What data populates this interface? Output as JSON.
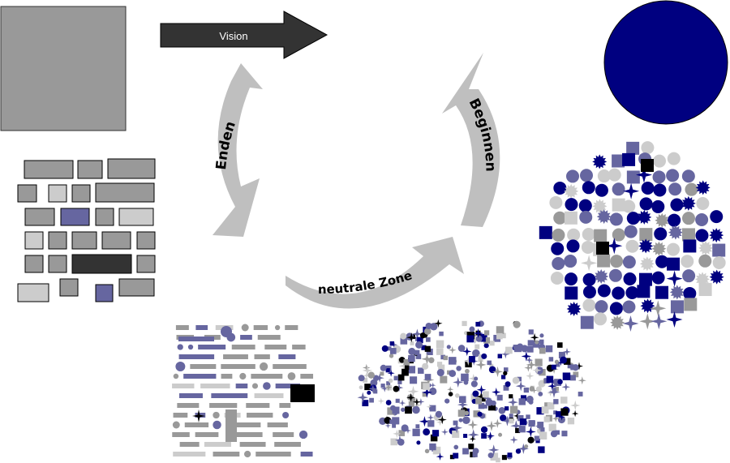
{
  "labels": {
    "vision": "Vision",
    "enden": "Enden",
    "beginnen": "Beginnen",
    "neutrale_zone": "neutrale Zone"
  },
  "colors": {
    "gray": "#999999",
    "light_gray": "#cccccc",
    "dark_gray": "#333333",
    "navy": "#000080",
    "slate_blue": "#6666a0",
    "arrow_gray": "#bfbfbf",
    "black": "#000000"
  }
}
